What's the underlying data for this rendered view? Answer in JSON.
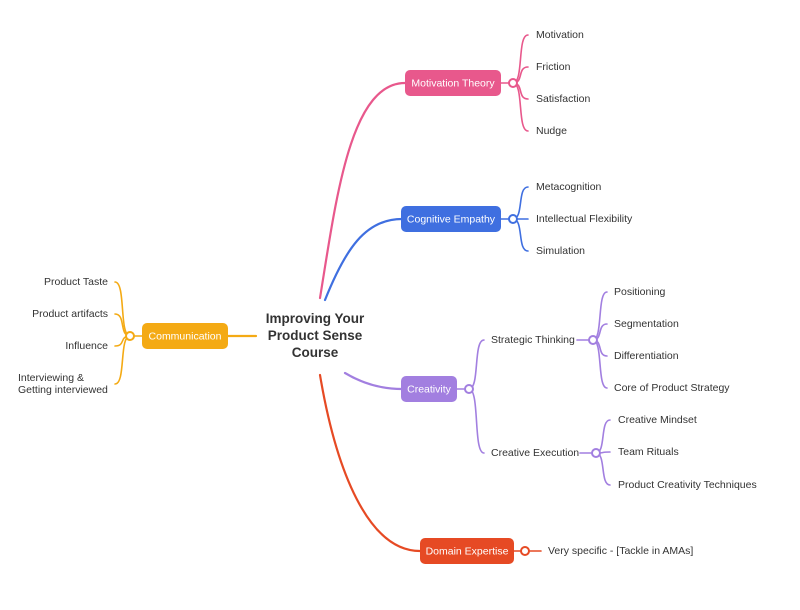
{
  "central_topic": [
    "Improving Your",
    "Product Sense",
    "Course"
  ],
  "colors": {
    "motivation": "#E8588C",
    "empathy": "#3F6FE0",
    "creativity": "#A27FE0",
    "domain": "#E64A24",
    "communication": "#F4AA14",
    "text": "#333333"
  },
  "branches": {
    "motivation": {
      "label": "Motivation Theory",
      "children": [
        "Motivation",
        "Friction",
        "Satisfaction",
        "Nudge"
      ]
    },
    "empathy": {
      "label": "Cognitive Empathy",
      "children": [
        "Metacognition",
        "Intellectual Flexibility",
        "Simulation"
      ]
    },
    "creativity": {
      "label": "Creativity",
      "strategic": {
        "label": "Strategic Thinking",
        "children": [
          "Positioning",
          "Segmentation",
          "Differentiation",
          "Core of Product Strategy"
        ]
      },
      "execution": {
        "label": "Creative Execution",
        "children": [
          "Creative Mindset",
          "Team Rituals",
          "Product Creativity Techniques"
        ]
      }
    },
    "domain": {
      "label": "Domain Expertise",
      "children": [
        "Very specific - [Tackle in AMAs]"
      ]
    },
    "communication": {
      "label": "Communication",
      "children": [
        "Product Taste",
        "Product artifacts",
        "Influence",
        [
          "Interviewing &",
          "Getting interviewed"
        ]
      ]
    }
  }
}
